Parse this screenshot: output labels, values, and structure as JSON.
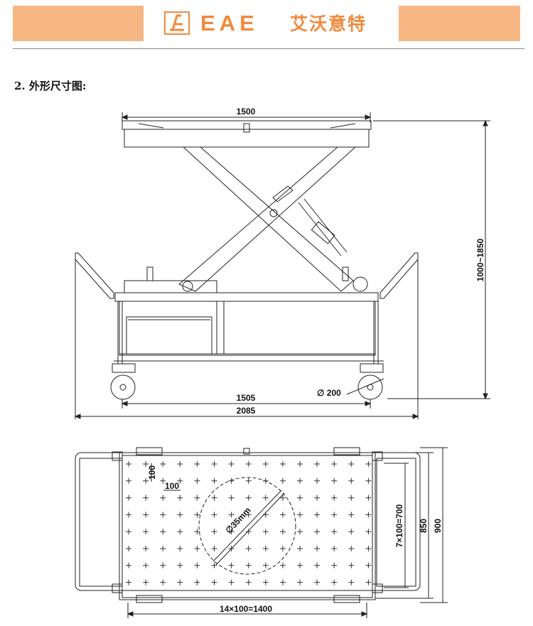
{
  "header": {
    "brand_latin": "EAE",
    "brand_chinese": "艾沃意特",
    "accent_color": "#f7b784",
    "brand_color": "#f08a3c"
  },
  "section_title": "2. 外形尺寸图:",
  "side_view": {
    "table_width": "1500",
    "height_range": "1000~1850",
    "wheel_base": "1505",
    "overall_length": "2085",
    "wheel_diameter": "∅ 200"
  },
  "top_view": {
    "grid_label_vertical": "100",
    "grid_label_horizontal": "100",
    "circle_label": "∅35mm",
    "rows_dim": "7×100=700",
    "table_depth": "850",
    "overall_depth": "900",
    "cols_dim": "14×100=1400"
  }
}
